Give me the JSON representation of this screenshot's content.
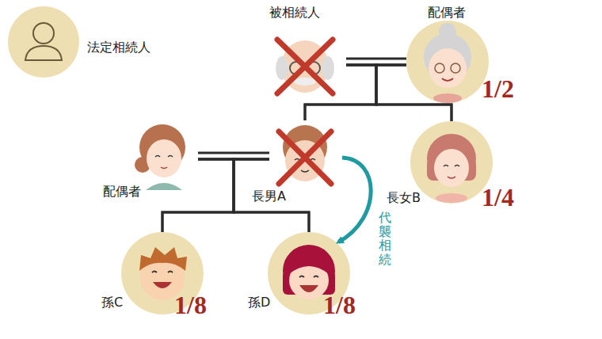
{
  "diagram": {
    "nodes": [
      {
        "text": [
          "被相続人"
        ]
      },
      {
        "text": [
          "配偶者",
          "1/2"
        ]
      },
      {
        "text": [
          "配偶者"
        ]
      },
      {
        "text": [
          "長男A"
        ]
      },
      {
        "text": [
          "長女B",
          "1/4"
        ]
      },
      {
        "text": [
          "孫C",
          "1/8"
        ]
      },
      {
        "text": [
          "孫D",
          "1/8"
        ]
      }
    ],
    "edges": [
      {
        "from": 0,
        "to": 1,
        "arrow": "none"
      },
      {
        "from": 0,
        "to": 3,
        "arrow": "none"
      },
      {
        "from": 0,
        "to": 4,
        "arrow": "none"
      },
      {
        "from": 1,
        "to": 3,
        "arrow": "none"
      },
      {
        "from": 1,
        "to": 4,
        "arrow": "none"
      },
      {
        "from": 2,
        "to": 3,
        "arrow": "none"
      },
      {
        "from": 2,
        "to": 5,
        "arrow": "none"
      },
      {
        "from": 2,
        "to": 6,
        "arrow": "none"
      },
      {
        "from": 3,
        "to": 5,
        "arrow": "none"
      },
      {
        "from": 3,
        "to": 6,
        "arrow": "none"
      },
      {
        "from": 3,
        "to": 6,
        "label": "代襲相続",
        "arrow": "to"
      }
    ],
    "legend": [
      {
        "text": "法定相続人",
        "color": "#eedfb3"
      }
    ]
  }
}
